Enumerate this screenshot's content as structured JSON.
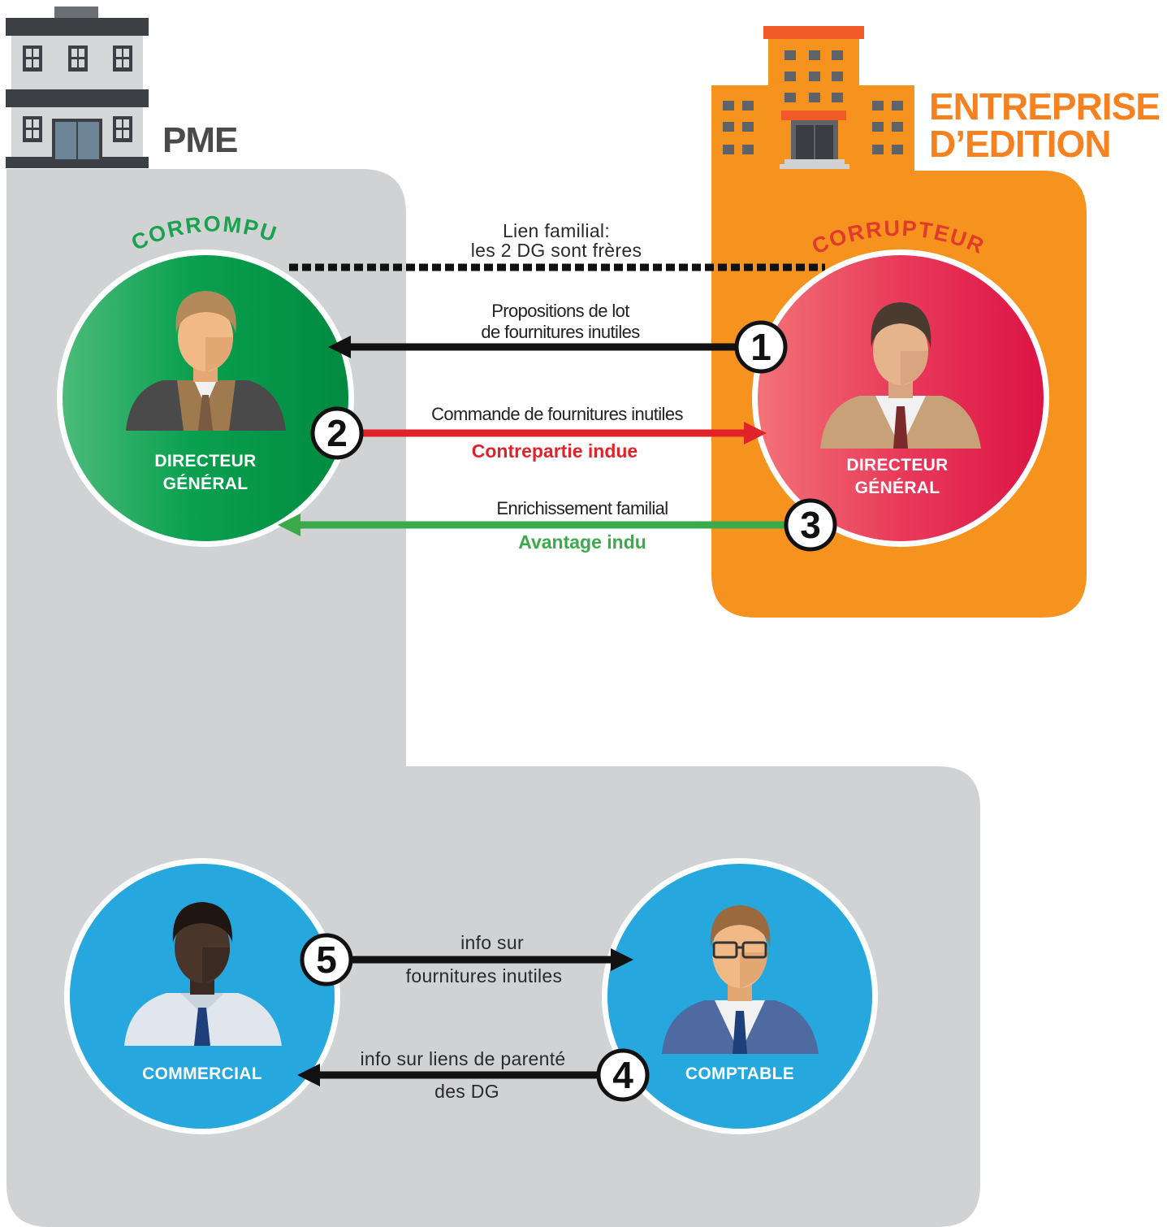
{
  "org_left": {
    "name": "PME"
  },
  "org_right": {
    "name_line1": "ENTREPRISE",
    "name_line2": "D’EDITION"
  },
  "tag_corrompu": "CORROMPU",
  "tag_corrupteur": "CORRUPTEUR",
  "family_link": {
    "line1": "Lien familial:",
    "line2": "les 2 DG sont frères"
  },
  "people": {
    "dg_pme": {
      "line1": "DIRECTEUR",
      "line2": "GÉNÉRAL"
    },
    "dg_edition": {
      "line1": "DIRECTEUR",
      "line2": "GÉNÉRAL"
    },
    "commercial": "COMMERCIAL",
    "comptable": "COMPTABLE"
  },
  "steps": {
    "s1": {
      "number": "1",
      "line1": "Propositions de lot",
      "line2": "de fournitures inutiles"
    },
    "s2": {
      "number": "2",
      "line1": "Commande de fournitures inutiles",
      "line2": "Contrepartie indue"
    },
    "s3": {
      "number": "3",
      "line1": "Enrichissement familial",
      "line2": "Avantage indu"
    },
    "s4": {
      "number": "4",
      "line1": "info sur liens de parenté",
      "line2": "des DG"
    },
    "s5": {
      "number": "5",
      "line1": "info sur",
      "line2": "fournitures inutiles"
    }
  },
  "colors": {
    "gray_zone": "#d1d2d4",
    "orange_zone": "#f6921e",
    "orange_title": "#f5821f",
    "green_circle": "#019444",
    "red_circle": "#e0194a",
    "blue_circle": "#26a8df",
    "arrow_black": "#111111",
    "arrow_red": "#e2222a",
    "arrow_green": "#3aaa4a"
  }
}
